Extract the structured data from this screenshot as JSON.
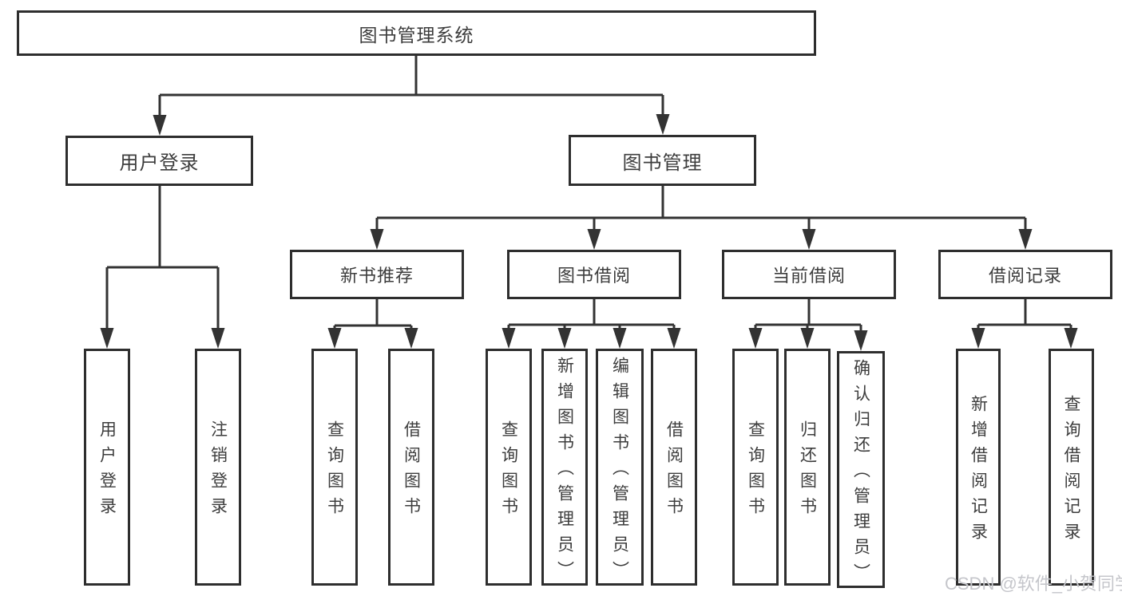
{
  "diagram": {
    "root": {
      "label": "图书管理系统"
    },
    "branches": [
      {
        "label": "用户登录",
        "children": [
          {
            "label": "用户登录"
          },
          {
            "label": "注销登录"
          }
        ]
      },
      {
        "label": "图书管理",
        "children": [
          {
            "label": "新书推荐",
            "children": [
              {
                "label": "查询图书"
              },
              {
                "label": "借阅图书"
              }
            ]
          },
          {
            "label": "图书借阅",
            "children": [
              {
                "label": "查询图书"
              },
              {
                "label": "新增图书（管理员）"
              },
              {
                "label": "编辑图书（管理员）"
              },
              {
                "label": "借阅图书"
              }
            ]
          },
          {
            "label": "当前借阅",
            "children": [
              {
                "label": "查询图书"
              },
              {
                "label": "归还图书"
              },
              {
                "label": "确认归还（管理员）"
              }
            ]
          },
          {
            "label": "借阅记录",
            "children": [
              {
                "label": "新增借阅记录"
              },
              {
                "label": "查询借阅记录"
              }
            ]
          }
        ]
      }
    ]
  },
  "watermark": {
    "text": "CSDN @软件_小贺同学"
  },
  "colors": {
    "line": "#333333",
    "border": "#2e2e2e",
    "text": "#3d3d3d",
    "watermark": "#c5c6cb",
    "background": "#ffffff"
  }
}
